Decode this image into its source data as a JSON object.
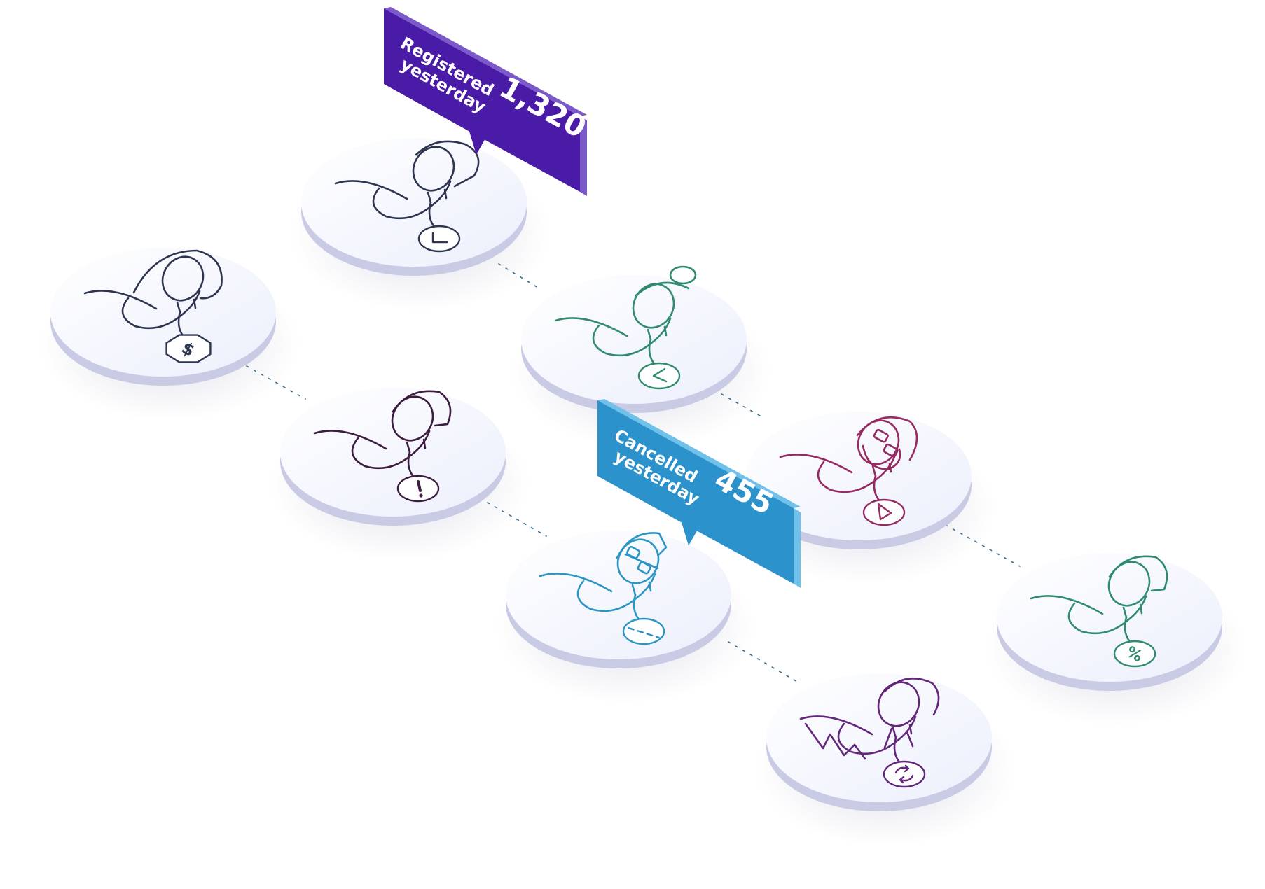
{
  "callouts": [
    {
      "id": "registered",
      "line1": "Registered",
      "line2": "yesterday",
      "value": "1,320",
      "color": "#4a1ba6",
      "side_color": "#7b59c9"
    },
    {
      "id": "cancelled",
      "line1": "Cancelled",
      "line2": "yesterday",
      "value": "455",
      "color": "#2b92cc",
      "side_color": "#6fc1ea"
    }
  ],
  "users": [
    {
      "id": "user-dollar",
      "color": "#2e3550",
      "badge_icon": "dollar-icon",
      "badge_shape": "octagon"
    },
    {
      "id": "user-clock",
      "color": "#2e3550",
      "badge_icon": "clock-icon",
      "badge_shape": "circle"
    },
    {
      "id": "user-alert",
      "color": "#3c1d3f",
      "badge_icon": "exclamation-icon",
      "badge_shape": "circle"
    },
    {
      "id": "user-back",
      "color": "#2f8a6e",
      "badge_icon": "chevron-left-icon",
      "badge_shape": "circle"
    },
    {
      "id": "user-dash",
      "color": "#2c95c4",
      "badge_icon": "dash-icon",
      "badge_shape": "circle"
    },
    {
      "id": "user-play",
      "color": "#962a61",
      "badge_icon": "triangle-icon",
      "badge_shape": "circle"
    },
    {
      "id": "user-refresh",
      "color": "#63267a",
      "badge_icon": "refresh-icon",
      "badge_shape": "circle"
    },
    {
      "id": "user-percent",
      "color": "#2f8a6e",
      "badge_icon": "percent-icon",
      "badge_shape": "circle"
    }
  ],
  "colors": {
    "disc_top": "#f1f3fd",
    "disc_side": "#c9cbe5",
    "connector": "#3a6e8f"
  }
}
